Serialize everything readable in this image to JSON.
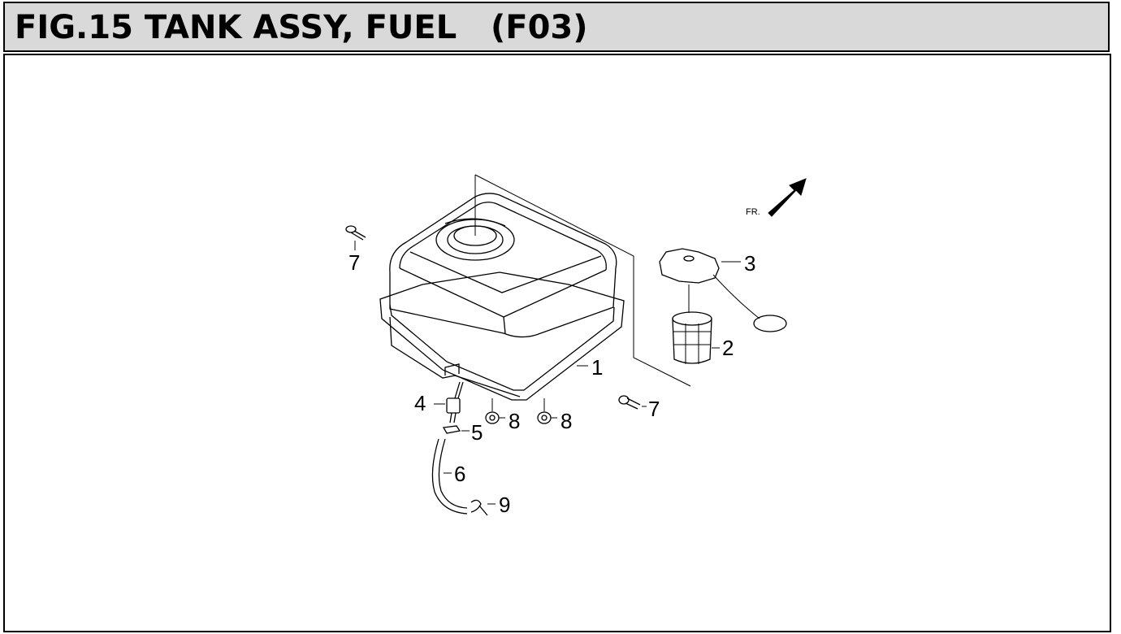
{
  "figure": {
    "title": "FIG.15 TANK ASSY, FUEL   (F03)"
  },
  "diagram": {
    "direction_label": "FR.",
    "callouts": [
      {
        "id": "c1",
        "label": "1"
      },
      {
        "id": "c2",
        "label": "2"
      },
      {
        "id": "c3",
        "label": "3"
      },
      {
        "id": "c4",
        "label": "4"
      },
      {
        "id": "c5",
        "label": "5"
      },
      {
        "id": "c6",
        "label": "6"
      },
      {
        "id": "c7a",
        "label": "7"
      },
      {
        "id": "c7b",
        "label": "7"
      },
      {
        "id": "c8a",
        "label": "8"
      },
      {
        "id": "c8b",
        "label": "8"
      },
      {
        "id": "c9",
        "label": "9"
      }
    ]
  }
}
